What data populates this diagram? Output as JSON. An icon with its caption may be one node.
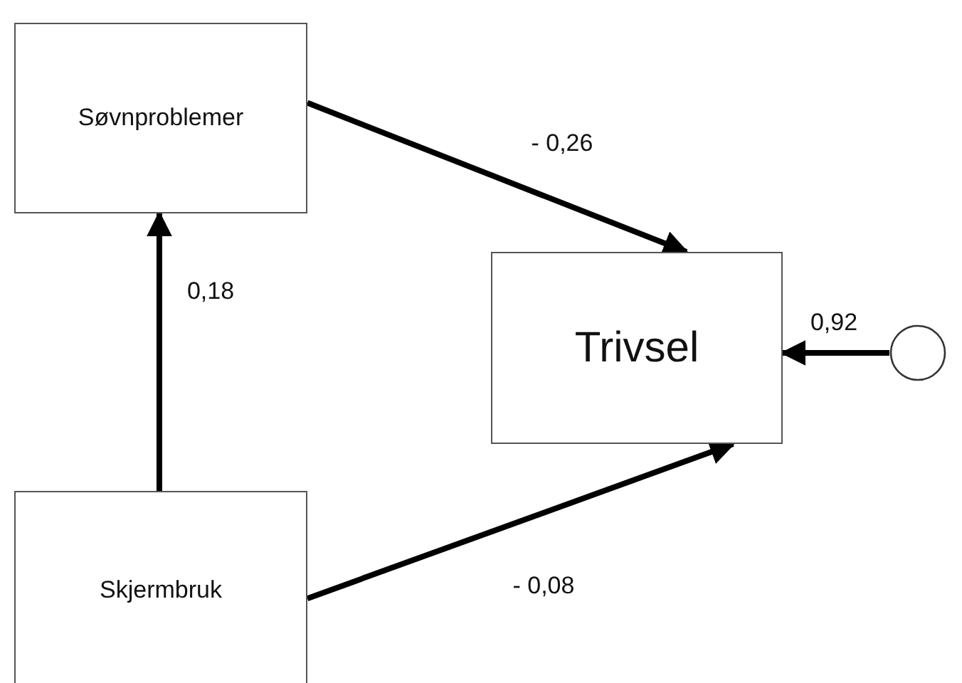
{
  "diagram": {
    "nodes": [
      {
        "text": [
          "Søvnproblemer"
        ]
      },
      {
        "text": [
          "Trivsel"
        ]
      },
      {
        "text": [],
        "shape": "circle"
      },
      {
        "text": [
          "Skjermbruk"
        ]
      }
    ],
    "edges": [
      {
        "from": 3,
        "to": 0,
        "arrow": "to",
        "label": "0,18"
      },
      {
        "from": 0,
        "to": 1,
        "arrow": "to",
        "label": "- 0,26"
      },
      {
        "from": 3,
        "to": 1,
        "arrow": "to",
        "label": "- 0,08"
      },
      {
        "from": 2,
        "to": 1,
        "arrow": "to",
        "label": "0,92"
      }
    ]
  }
}
